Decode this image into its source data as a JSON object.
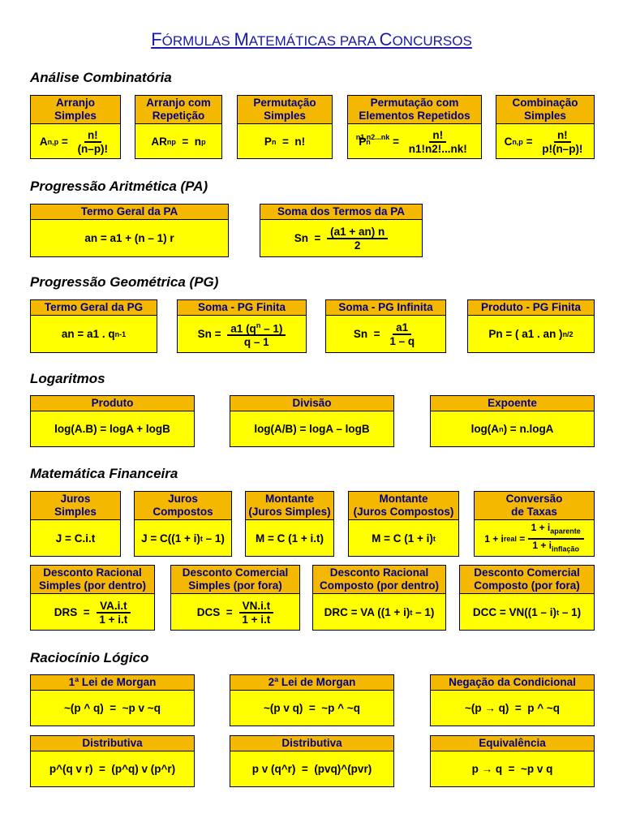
{
  "title": {
    "lead1": "F",
    "rest1": "ÓRMULAS ",
    "lead2": "M",
    "rest2": "ATEMÁTICAS PARA ",
    "lead3": "C",
    "rest3": "ONCURSOS"
  },
  "sections": {
    "combinatoria": "Análise Combinatória",
    "pa": "Progressão Aritmética (PA)",
    "pg": "Progressão Geométrica (PG)",
    "log": "Logaritmos",
    "fin": "Matemática Financeira",
    "logica": "Raciocínio Lógico"
  },
  "combinatoria": {
    "arranjo": {
      "h1": "Arranjo",
      "h2": "Simples",
      "lhs": "A",
      "sub": "n,p",
      "eq": " = ",
      "num": "n!",
      "den": "(n–p)!"
    },
    "arranjo_rep": {
      "h1": "Arranjo com",
      "h2": "Repetição",
      "lhs": "AR",
      "sub": "np",
      "eq": "  =  n",
      "sup": "p"
    },
    "perm": {
      "h1": "Permutação",
      "h2": "Simples",
      "lhs": "P",
      "sub": "n",
      "eq": "  =  n!"
    },
    "perm_rep": {
      "h1": "Permutação com",
      "h2": "Elementos Repetidos",
      "lhs": "P",
      "sub": "n",
      "sup": "n1,n2...nk",
      "eq": " = ",
      "num": "n!",
      "den": "n1!n2!...nk!"
    },
    "comb": {
      "h1": "Combinação",
      "h2": "Simples",
      "lhs": "C",
      "sub": "n,p",
      "eq": " = ",
      "num": "n!",
      "den": "p!(n–p)!"
    }
  },
  "pa": {
    "termo": {
      "h": "Termo Geral da PA",
      "f": "an = a1 + (n – 1) r"
    },
    "soma": {
      "h": "Soma dos Termos da PA",
      "lhs": "Sn  = ",
      "num": "(a1 + an) n",
      "den": "2"
    }
  },
  "pg": {
    "termo": {
      "h": "Termo Geral da PG",
      "f": "an = a1 . q",
      "sup": "n-1"
    },
    "finita": {
      "h": "Soma - PG Finita",
      "lhs": "Sn = ",
      "num": "a1 (q",
      "numsup": "n",
      "num2": " – 1)",
      "den": "q – 1"
    },
    "infinita": {
      "h": "Soma - PG Infinita",
      "lhs": "Sn  = ",
      "num": "a1",
      "den": "1 – q"
    },
    "produto": {
      "h": "Produto - PG Finita",
      "f": "Pn = ( a1 . an )",
      "sup": "n/2"
    }
  },
  "log": {
    "produto": {
      "h": "Produto",
      "f": "log(A.B) = logA + logB"
    },
    "divisao": {
      "h": "Divisão",
      "f": "log(A/B) = logA – logB"
    },
    "expoente": {
      "h": "Expoente",
      "f1": "log(A",
      "sup": "n",
      "f2": ") = n.logA"
    }
  },
  "fin": {
    "js": {
      "h1": "Juros",
      "h2": "Simples",
      "f": "J = C.i.t"
    },
    "jc": {
      "h1": "Juros",
      "h2": "Compostos",
      "f1": "J = C((1 + i)",
      "sup": "t",
      "f2": " – 1)"
    },
    "ms": {
      "h1": "Montante",
      "h2": "(Juros Simples)",
      "f": "M = C (1 + i.t)"
    },
    "mc": {
      "h1": "Montante",
      "h2": "(Juros Compostos)",
      "f1": "M = C (1 + i)",
      "sup": "t"
    },
    "conv": {
      "h1": "Conversão",
      "h2": "de Taxas",
      "lhs": "1 + i",
      "lsub": "real",
      "eq": " = ",
      "num": "1 + i",
      "nsub": "aparente",
      "den": "1 + i",
      "dsub": "inflação"
    },
    "drs": {
      "h1": "Desconto Racional",
      "h2": "Simples (por dentro)",
      "lhs": "DRS  = ",
      "num": "VA.i.t",
      "den": "1 + i.t"
    },
    "dcs": {
      "h1": "Desconto Comercial",
      "h2": "Simples (por fora)",
      "lhs": "DCS  = ",
      "num": "VN.i.t",
      "den": "1 + i.t"
    },
    "drc": {
      "h1": "Desconto Racional",
      "h2": "Composto (por dentro)",
      "f1": "DRC = VA ((1 + i)",
      "sup": "t",
      "f2": " – 1)"
    },
    "dcc": {
      "h1": "Desconto Comercial",
      "h2": "Composto (por fora)",
      "f1": "DCC = VN((1 – i)",
      "sup": "t",
      "f2": " – 1)"
    }
  },
  "logica": {
    "morgan1": {
      "h": "1ª Lei de Morgan",
      "f": "~(p ^ q)  =  ~p v ~q"
    },
    "morgan2": {
      "h": "2ª Lei de Morgan",
      "f": "~(p v q)  =  ~p ^ ~q"
    },
    "negcond": {
      "h": "Negação da Condicional",
      "f": "~(p → q)  =  p ^ ~q"
    },
    "dist1": {
      "h": "Distributiva",
      "f": "p^(q v r)  =  (p^q) v (p^r)"
    },
    "dist2": {
      "h": "Distributiva",
      "f": "p v (q^r)  =  (pvq)^(pvr)"
    },
    "equiv": {
      "h": "Equivalência",
      "f": "p → q  =  ~p v q"
    }
  }
}
